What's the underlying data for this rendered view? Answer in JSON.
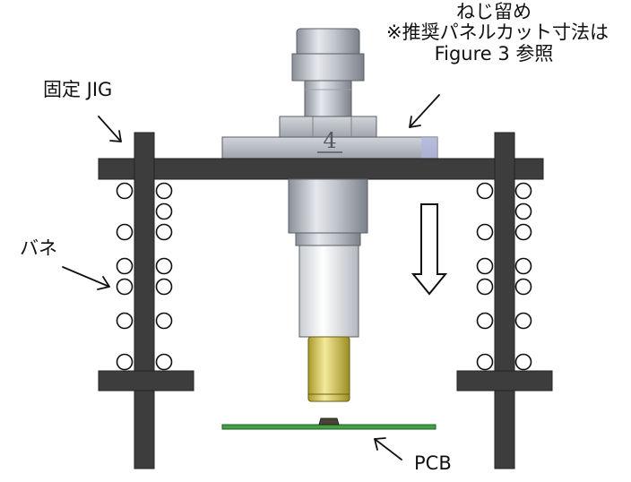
{
  "labels": {
    "screw_line1": "ねじ留め",
    "screw_line2": "※推奨パネルカット寸法は",
    "screw_line3": "Figure 3 参照",
    "jig": "固定 JIG",
    "spring": "バネ",
    "pcb": "PCB",
    "connector_mark": "4"
  },
  "colors": {
    "jig_plate": "#3d3d3d",
    "connector_metal": "#b8bcc4",
    "connector_shadow": "#7e848d",
    "contact_gold": "#d4c250",
    "pcb_green": "#44a047",
    "spring_coil": "#ffffff",
    "arrow": "#111111"
  },
  "icons": {
    "press_direction": "down-arrow-icon"
  }
}
